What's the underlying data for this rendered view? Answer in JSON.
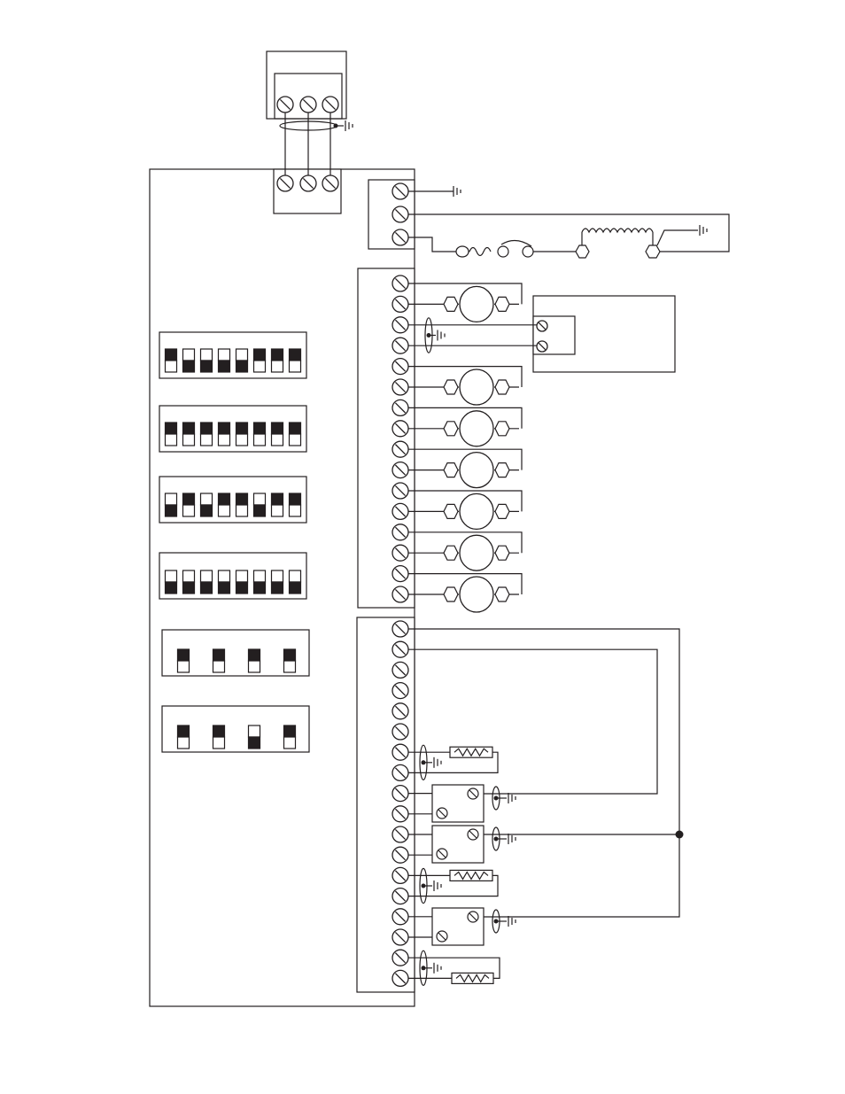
{
  "diagram": {
    "colors": {
      "ink": "#231f20",
      "paper": "#ffffff"
    },
    "top_connector": {
      "terminals": 3
    },
    "power_terminals": {
      "terminals": 3
    },
    "output_terminal_block": {
      "terminals": 16,
      "motor_count": 7
    },
    "input_terminal_block": {
      "terminals": 18,
      "resistor_count": 3,
      "sensor_count": 3
    },
    "dip_switches": [
      {
        "positions": 8,
        "filled": [
          "top",
          "bottom",
          "bottom",
          "bottom",
          "bottom",
          "top",
          "top",
          "top"
        ]
      },
      {
        "positions": 8,
        "filled": [
          "top",
          "top",
          "top",
          "top",
          "top",
          "top",
          "top",
          "top"
        ]
      },
      {
        "positions": 8,
        "filled": [
          "bottom",
          "top",
          "bottom",
          "top",
          "top",
          "bottom",
          "top",
          "top"
        ]
      },
      {
        "positions": 8,
        "filled": [
          "bottom",
          "bottom",
          "bottom",
          "bottom",
          "bottom",
          "bottom",
          "bottom",
          "bottom"
        ]
      },
      {
        "positions": 4,
        "filled": [
          "top",
          "top",
          "top",
          "top"
        ]
      },
      {
        "positions": 4,
        "filled": [
          "top",
          "top",
          "bottom",
          "top"
        ]
      }
    ]
  }
}
